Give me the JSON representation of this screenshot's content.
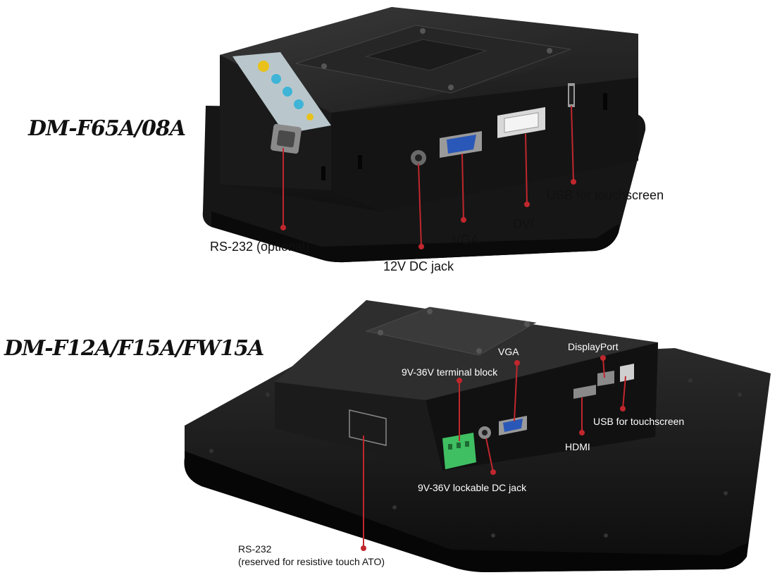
{
  "colors": {
    "callout_line": "#c0272d",
    "device_body": "#1c1c1c",
    "bezel": "#141414",
    "vga_port": "#2a58b8",
    "terminal_block": "#3fbf62",
    "keypad_panel": "#b9c7cc",
    "keypad_button": "#3fb4d6",
    "keypad_power": "#e8c21a"
  },
  "diagram": {
    "top_model": {
      "title": "DM-F65A/08A",
      "callouts": {
        "rs232": "RS-232 (optional)",
        "dc_jack": "12V DC jack",
        "vga": "VGA",
        "dvi": "DVI",
        "usb": "USB for touchscreen"
      }
    },
    "bottom_model": {
      "title": "DM-F12A/F15A/FW15A",
      "callouts": {
        "vga": "VGA",
        "terminal_block": "9V-36V terminal block",
        "displayport": "DisplayPort",
        "usb": "USB for touchscreen",
        "hdmi": "HDMI",
        "lockable_dc": "9V-36V lockable DC jack",
        "rs232_line1": "RS-232",
        "rs232_line2": "(reserved for resistive touch ATO)"
      }
    }
  }
}
